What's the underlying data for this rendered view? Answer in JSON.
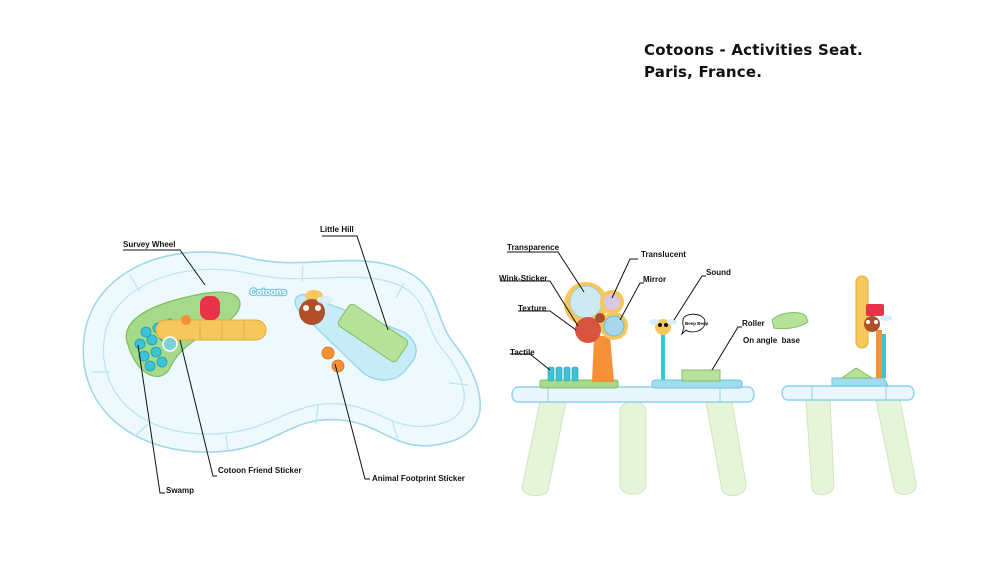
{
  "title": {
    "line1": "Cotoons - Activities Seat.",
    "line2": "Paris, France."
  },
  "top_view": {
    "brand_label": "Cotoons",
    "labels": {
      "survey_wheel": "Survey Wheel",
      "little_hill": "Little Hill",
      "cotoon_friend_sticker": "Cotoon Friend Sticker",
      "animal_footprint_sticker": "Animal Footprint Sticker",
      "swamp": "Swamp"
    }
  },
  "front_view": {
    "labels": {
      "transparence": "Transparence",
      "translucent": "Translucent",
      "wink_sticker": "Wink-Sticker",
      "mirror": "Mirror",
      "sound": "Sound",
      "texture": "Texture",
      "roller": "Roller",
      "on_angle_base": "On angle  base",
      "tactile": "Tactile"
    },
    "sound_bubble": "Beep Beep"
  },
  "colors": {
    "tray_outline": "#9fd8ea",
    "tray_fill": "#e9f7fc",
    "swamp_green": "#a6d98a",
    "bubble_blue": "#3cc3d6",
    "roller_yellow": "#f6c75a",
    "red_knob": "#e8334a",
    "hill_green": "#b7e29a",
    "orange_trunk": "#f59238",
    "leg_green": "#e2f2d4"
  }
}
